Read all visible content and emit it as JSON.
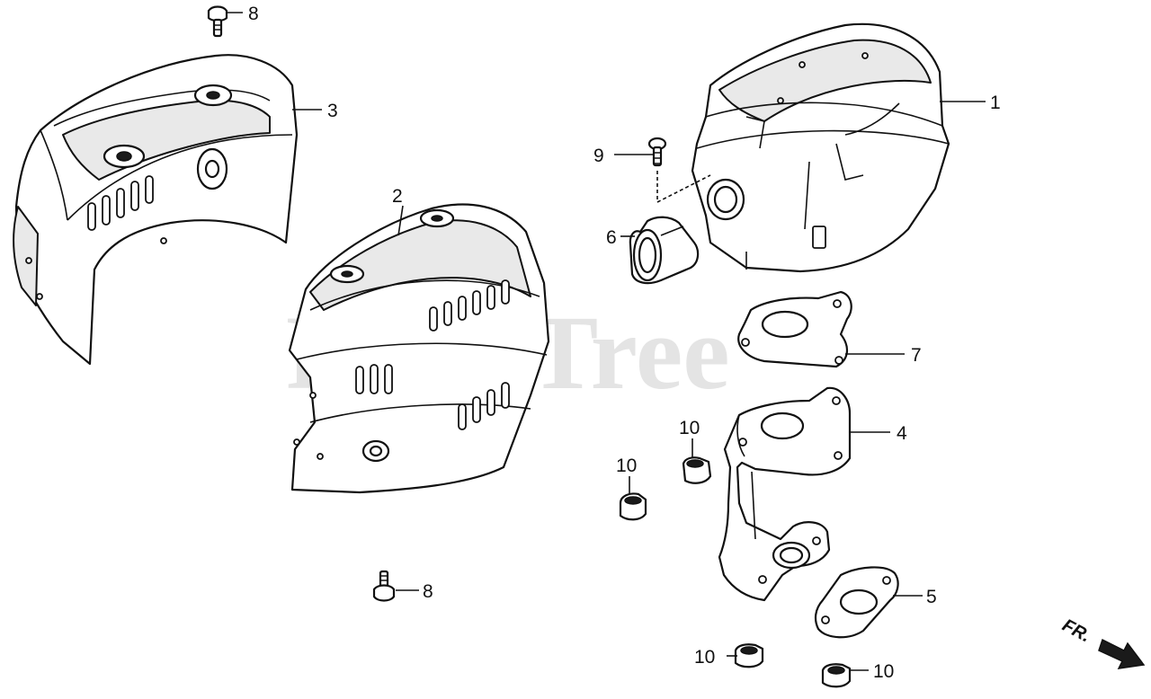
{
  "watermark": "PartsTree",
  "direction_label": "FR.",
  "callouts": [
    {
      "id": "c8a",
      "text": "8"
    },
    {
      "id": "c3",
      "text": "3"
    },
    {
      "id": "c2",
      "text": "2"
    },
    {
      "id": "c1",
      "text": "1"
    },
    {
      "id": "c9",
      "text": "9"
    },
    {
      "id": "c6",
      "text": "6"
    },
    {
      "id": "c7",
      "text": "7"
    },
    {
      "id": "c4",
      "text": "4"
    },
    {
      "id": "c10a",
      "text": "10"
    },
    {
      "id": "c10b",
      "text": "10"
    },
    {
      "id": "c8b",
      "text": "8"
    },
    {
      "id": "c5",
      "text": "5"
    },
    {
      "id": "c10c",
      "text": "10"
    },
    {
      "id": "c10d",
      "text": "10"
    }
  ]
}
